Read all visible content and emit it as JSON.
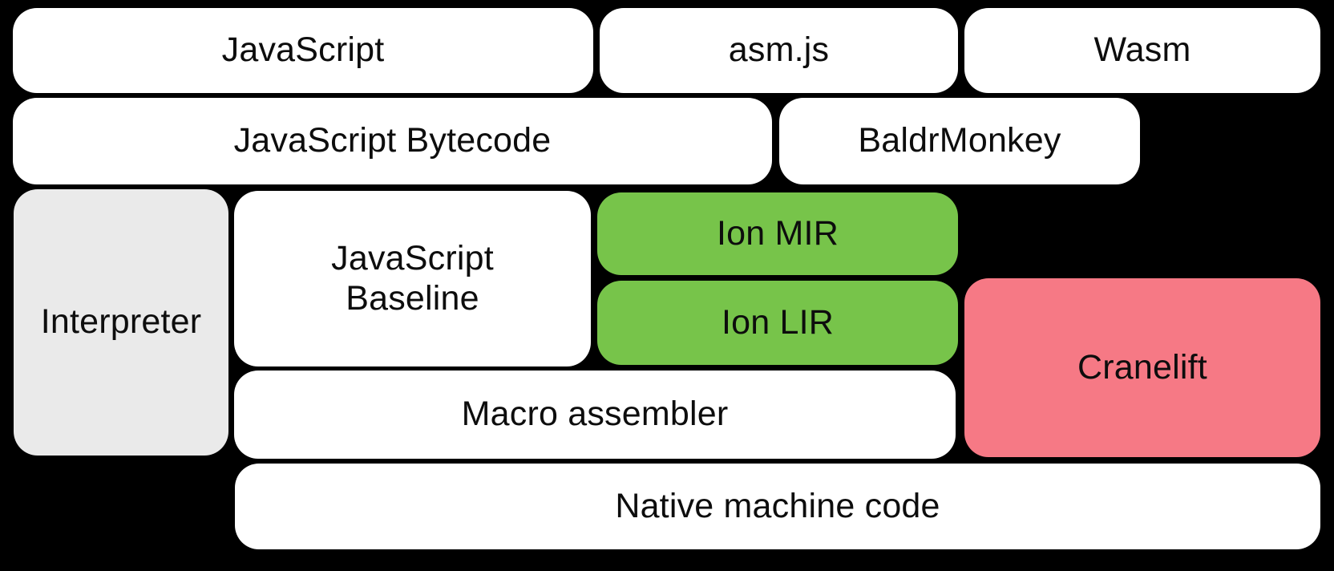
{
  "diagram": {
    "description": "Compiler pipeline block diagram",
    "background_color": "#000000",
    "text_color": "#0d0d0d",
    "colors": {
      "plain_box": "#ffffff",
      "interpreter_box": "#eaeaea",
      "ion_box": "#77c44a",
      "cranelift_box": "#f67985"
    },
    "nodes": {
      "javascript": {
        "label": "JavaScript",
        "color": "#ffffff"
      },
      "asmjs": {
        "label": "asm.js",
        "color": "#ffffff"
      },
      "wasm": {
        "label": "Wasm",
        "color": "#ffffff"
      },
      "js_bytecode": {
        "label": "JavaScript Bytecode",
        "color": "#ffffff"
      },
      "baldrmonkey": {
        "label": "BaldrMonkey",
        "color": "#ffffff"
      },
      "interpreter": {
        "label": "Interpreter",
        "color": "#eaeaea"
      },
      "js_baseline": {
        "label_line1": "JavaScript",
        "label_line2": "Baseline",
        "color": "#ffffff"
      },
      "ion_mir": {
        "label": "Ion MIR",
        "color": "#77c44a"
      },
      "ion_lir": {
        "label": "Ion LIR",
        "color": "#77c44a"
      },
      "cranelift": {
        "label": "Cranelift",
        "color": "#f67985"
      },
      "macro_assembler": {
        "label": "Macro assembler",
        "color": "#ffffff"
      },
      "native_machine_code": {
        "label": "Native machine code",
        "color": "#ffffff"
      }
    }
  }
}
